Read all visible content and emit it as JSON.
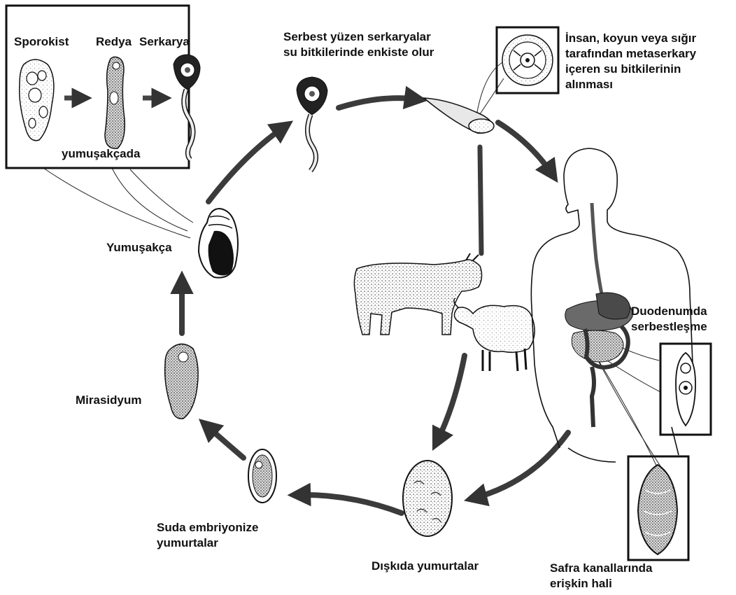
{
  "labels": {
    "sporokist": "Sporokist",
    "redya": "Redya",
    "serkarya": "Serkarya",
    "yumusakcada": "yumuşakçada",
    "serbest_yuzen": [
      "Serbest yüzen serkaryalar",
      "su bitkilerinde enkiste olur"
    ],
    "insan_alinmasi": [
      "İnsan, koyun veya sığır",
      "tarafından metaserkary",
      "içeren su bitkilerinin",
      "alınması"
    ],
    "yumusakca": "Yumuşakça",
    "duodenum": [
      "Duodenumda",
      "serbestleşme"
    ],
    "mirasidyum": "Mirasidyum",
    "suda_embriyonize": [
      "Suda embriyonize",
      "yumurtalar"
    ],
    "diskida": "Dışkıda yumurtalar",
    "safra": [
      "Safra kanallarında",
      "erişkin hali"
    ]
  },
  "colors": {
    "arrow": "#3a3a3a",
    "ink": "#111111",
    "stipple": "#7a7a7a",
    "organ_dark": "#5a5a5a",
    "organ_light": "#b5b5b5"
  },
  "icons": [
    "sporocyst-icon",
    "redia-icon",
    "cercaria-icon",
    "snail-icon",
    "miracidium-icon",
    "embryonated-egg-icon",
    "egg-in-feces-icon",
    "adult-fluke-icon",
    "excysted-fluke-icon",
    "metacercaria-icon",
    "plant-leaf-icon",
    "cow-icon",
    "sheep-icon",
    "human-body-icon"
  ]
}
